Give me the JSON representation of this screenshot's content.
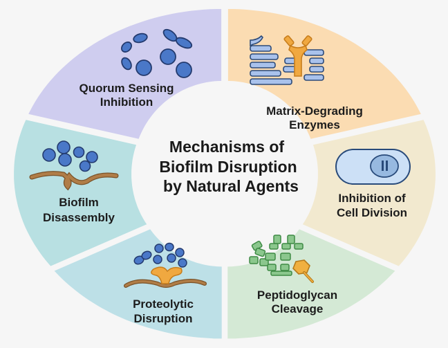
{
  "title": {
    "lines": [
      "Mechanisms of",
      "Biofilm Disruption",
      "by Natural Agents"
    ]
  },
  "segments": [
    {
      "id": "quorum-sensing-inhibition",
      "lines": [
        "Quorum Sensing",
        "Inhibition"
      ],
      "color": "#cfcdef",
      "icon": "bacteria-cells-icon"
    },
    {
      "id": "matrix-degrading-enzymes",
      "lines": [
        "Matrix-Degrading",
        "Enzymes"
      ],
      "color": "#fbdcb2",
      "icon": "enzyme-matrix-icon"
    },
    {
      "id": "inhibition-of-cell-division",
      "lines": [
        "Inhibition of",
        "Cell Division"
      ],
      "color": "#f2e9cf",
      "icon": "dividing-cell-icon"
    },
    {
      "id": "peptidoglycan-cleavage",
      "lines": [
        "Peptidoglycan",
        "Cleavage"
      ],
      "color": "#d4e9d5",
      "icon": "peptidoglycan-scissor-icon"
    },
    {
      "id": "proteolytic-disruption",
      "lines": [
        "Proteolytic",
        "Disruption"
      ],
      "color": "#bde0e7",
      "icon": "protease-biofilm-icon"
    },
    {
      "id": "biofilm-disassembly",
      "lines": [
        "Biofilm",
        "Disassembly"
      ],
      "color": "#b8e0e2",
      "icon": "biofilm-cells-icon"
    }
  ],
  "colors": {
    "background": "#f6f6f6",
    "center": "#f6f6f6",
    "cell_fill": "#4a78c8",
    "cell_stroke": "#233a6e",
    "matrix_fill": "#a9c2ec",
    "matrix_stroke": "#2c4a78",
    "enzyme": "#f0a840",
    "enzyme_stroke": "#c77d1c",
    "membrane": "#b07d47",
    "membrane_stroke": "#7a5228",
    "pg_fill": "#8bc78d",
    "pg_stroke": "#3e8a45"
  }
}
